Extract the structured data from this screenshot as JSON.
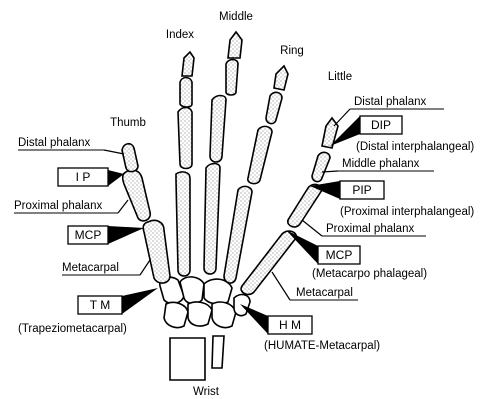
{
  "fingers": {
    "index": "Index",
    "middle": "Middle",
    "ring": "Ring",
    "little": "Little",
    "thumb": "Thumb"
  },
  "wrist": "Wrist",
  "left_labels": {
    "distal_phalanx": "Distal phalanx",
    "proximal_phalanx": "Proximal phalanx",
    "metacarpal": "Metacarpal",
    "trapeziometacarpal": "(Trapeziometacarpal)"
  },
  "right_labels": {
    "distal_phalanx": "Distal phalanx",
    "distal_interphalangeal": "(Distal interphalangeal)",
    "middle_phalanx": "Middle phalanx",
    "proximal_interphalangeal": "(Proximal interphalangeal)",
    "proximal_phalanx": "Proximal phalanx",
    "metacarpo_phalageal": "(Metacarpo phalageal)",
    "metacarpal": "Metacarpal",
    "humate_metacarpal": "(HUMATE-Metacarpal)"
  },
  "joint_boxes": {
    "ip": "I P",
    "mcp_left": "MCP",
    "tm": "T M",
    "dip": "DIP",
    "pip": "PIP",
    "mcp_right": "MCP",
    "hm": "H M"
  }
}
